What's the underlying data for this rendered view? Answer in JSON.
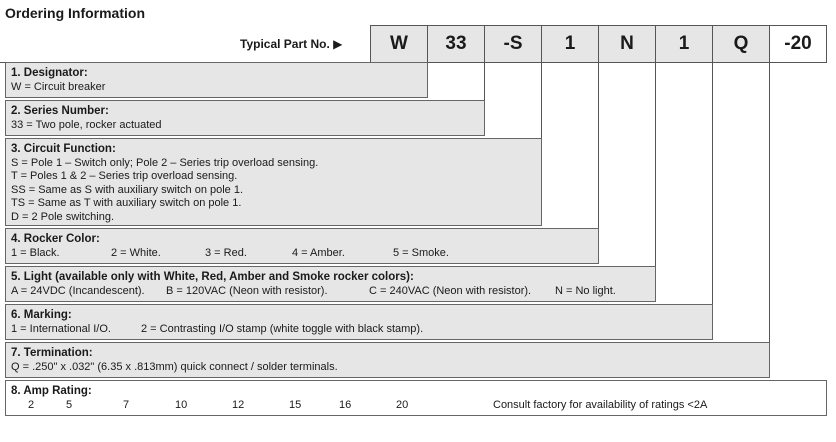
{
  "title": "Ordering Information",
  "typical_label": "Typical Part No. ▶",
  "codes": [
    "W",
    "33",
    "-S",
    "1",
    "N",
    "1",
    "Q",
    "-20"
  ],
  "sections": [
    {
      "heading": "1.  Designator:",
      "lines": [
        "W = Circuit breaker"
      ]
    },
    {
      "heading": "2.  Series Number:",
      "lines": [
        "33 = Two pole, rocker actuated"
      ]
    },
    {
      "heading": "3.  Circuit Function:",
      "lines": [
        "S = Pole 1 – Switch only; Pole 2 – Series trip overload sensing.",
        "T = Poles 1 & 2 – Series trip overload sensing.",
        "SS = Same as S with auxiliary switch on pole 1.",
        "TS = Same as T with auxiliary switch on pole 1.",
        "D = 2 Pole switching."
      ]
    },
    {
      "heading": "4.  Rocker Color:",
      "items": [
        "1 = Black.",
        "2 = White.",
        "3 = Red.",
        "4 = Amber.",
        "5 = Smoke."
      ]
    },
    {
      "heading": "5.  Light (available only with White, Red, Amber and Smoke rocker colors):",
      "items": [
        "A = 24VDC (Incandescent).",
        "B = 120VAC (Neon with resistor).",
        "C = 240VAC (Neon with resistor).",
        "N = No light."
      ]
    },
    {
      "heading": "6.  Marking:",
      "items": [
        "1 = International I/O.",
        "2 = Contrasting I/O stamp (white toggle with black stamp)."
      ]
    },
    {
      "heading": "7.  Termination:",
      "lines": [
        "Q = .250\" x .032\" (6.35 x .813mm) quick connect / solder terminals."
      ]
    },
    {
      "heading": "8.  Amp Rating:",
      "items": [
        "2",
        "5",
        "7",
        "10",
        "12",
        "15",
        "16",
        "20"
      ],
      "note": "Consult factory for availability of ratings <2A"
    }
  ]
}
